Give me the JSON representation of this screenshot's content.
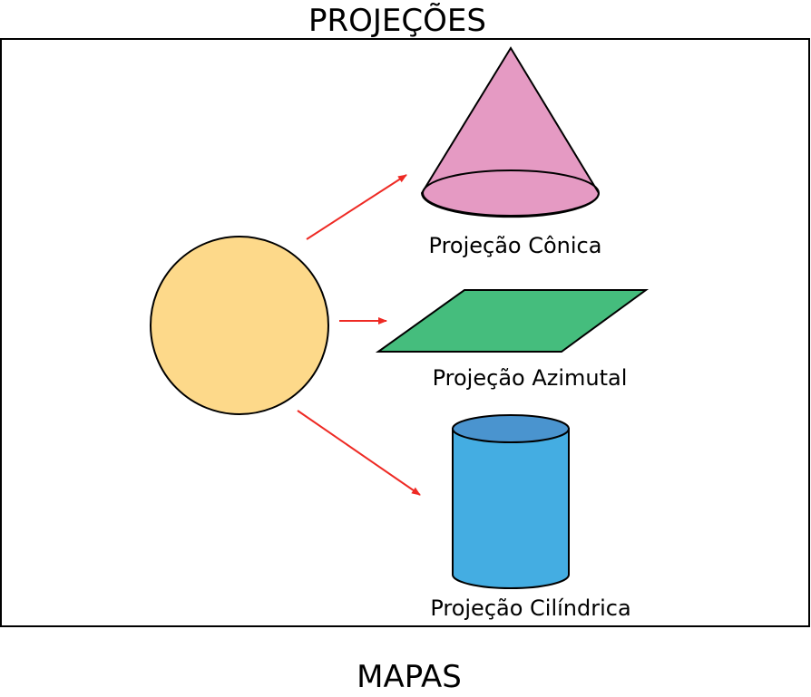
{
  "title": "PROJEÇÕES",
  "footer": "MAPAS",
  "projections": {
    "conic": {
      "label": "Projeção Cônica"
    },
    "azimuthal": {
      "label": "Projeção Azimutal"
    },
    "cylindrical": {
      "label": "Projeção Cilíndrica"
    }
  },
  "colors": {
    "globe": "#fdd98a",
    "cone": "#e59ac3",
    "plane": "#45bd7d",
    "cylinder_body": "#44ade2",
    "cylinder_top": "#4a94cf",
    "arrow": "#ee2a24",
    "outline": "#000000"
  }
}
